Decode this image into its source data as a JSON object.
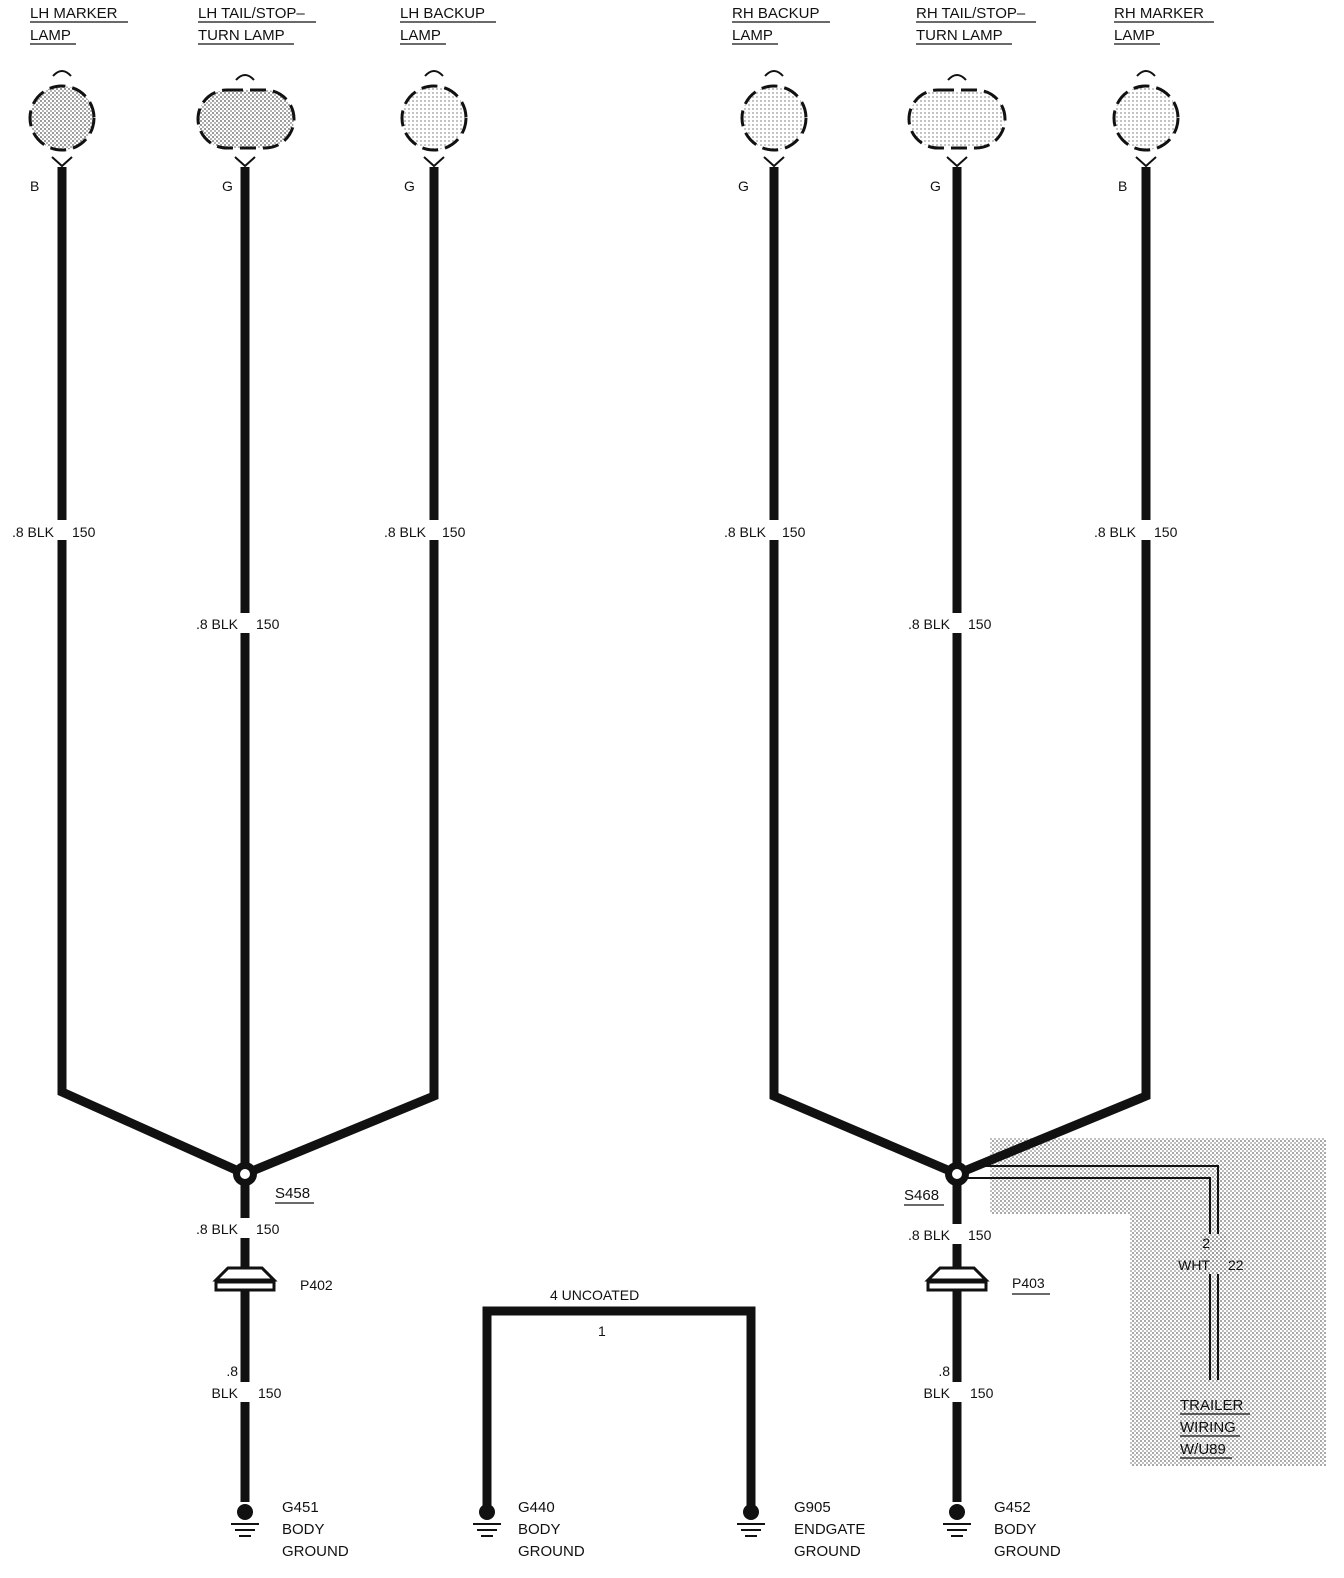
{
  "colors": {
    "ink": "#111111",
    "lamp_fill": "#b9b9b9",
    "lamp_fill_light": "#dcdcdc",
    "trailer_fill": "#d6d6d6"
  },
  "lamps": [
    {
      "id": "lh-marker",
      "line1": "LH MARKER",
      "line2": "LAMP",
      "pin": "B"
    },
    {
      "id": "lh-tail",
      "line1": "LH TAIL/STOP–",
      "line2": "TURN LAMP",
      "pin": "G"
    },
    {
      "id": "lh-backup",
      "line1": "LH BACKUP",
      "line2": "LAMP",
      "pin": "G"
    },
    {
      "id": "rh-backup",
      "line1": "RH BACKUP",
      "line2": "LAMP",
      "pin": "G"
    },
    {
      "id": "rh-tail",
      "line1": "RH TAIL/STOP–",
      "line2": "TURN LAMP",
      "pin": "G"
    },
    {
      "id": "rh-marker",
      "line1": "RH MARKER",
      "line2": "LAMP",
      "pin": "B"
    }
  ],
  "wires": {
    "gauge_color": ".8 BLK",
    "circuit": "150",
    "gauge": ".8",
    "color": "BLK"
  },
  "splices": {
    "left": "S458",
    "right": "S468"
  },
  "connectors": {
    "left": "P402",
    "right": "P403"
  },
  "grounds": [
    {
      "id": "g451",
      "name": "G451",
      "line2": "BODY",
      "line3": "GROUND"
    },
    {
      "id": "g440",
      "name": "G440",
      "line2": "BODY",
      "line3": "GROUND"
    },
    {
      "id": "g905",
      "name": "G905",
      "line2": "ENDGATE",
      "line3": "GROUND"
    },
    {
      "id": "g452",
      "name": "G452",
      "line2": "BODY",
      "line3": "GROUND"
    }
  ],
  "strap": {
    "label": "4 UNCOATED",
    "circuit": "1"
  },
  "trailer": {
    "gauge": "2",
    "color": "WHT",
    "circuit": "22",
    "line1": "TRAILER",
    "line2": "WIRING",
    "line3": "W/U89"
  }
}
